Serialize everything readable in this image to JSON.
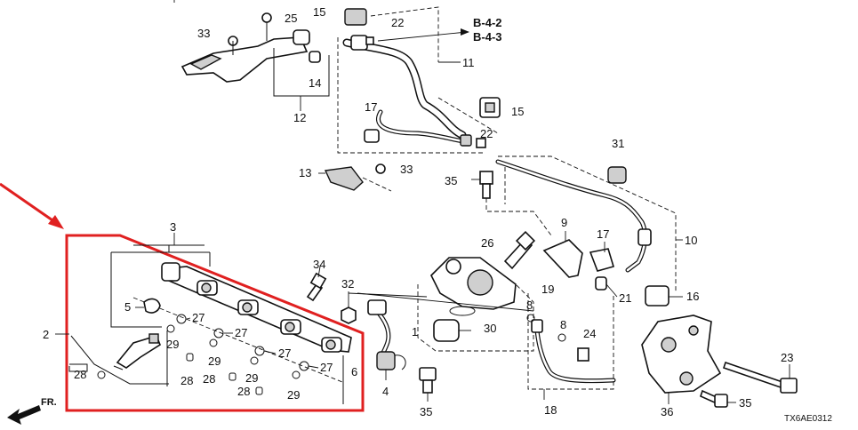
{
  "diagram": {
    "references": [
      "B-4-2",
      "B-4-3"
    ],
    "front_label": "FR.",
    "code": "TX6AE0312",
    "callouts": [
      {
        "id": "c33a",
        "text": "33"
      },
      {
        "id": "c25",
        "text": "25"
      },
      {
        "id": "c15a",
        "text": "15"
      },
      {
        "id": "c22a",
        "text": "22"
      },
      {
        "id": "c14",
        "text": "14"
      },
      {
        "id": "c12",
        "text": "12"
      },
      {
        "id": "c11",
        "text": "11"
      },
      {
        "id": "c17a",
        "text": "17"
      },
      {
        "id": "c15b",
        "text": "15"
      },
      {
        "id": "c22b",
        "text": "22"
      },
      {
        "id": "c31",
        "text": "31"
      },
      {
        "id": "c13",
        "text": "13"
      },
      {
        "id": "c33b",
        "text": "33"
      },
      {
        "id": "c35a",
        "text": "35"
      },
      {
        "id": "c3",
        "text": "3"
      },
      {
        "id": "c9",
        "text": "9"
      },
      {
        "id": "c10",
        "text": "10"
      },
      {
        "id": "c26",
        "text": "26"
      },
      {
        "id": "c17b",
        "text": "17"
      },
      {
        "id": "c34",
        "text": "34"
      },
      {
        "id": "c32",
        "text": "32"
      },
      {
        "id": "c21",
        "text": "21"
      },
      {
        "id": "c16",
        "text": "16"
      },
      {
        "id": "c19",
        "text": "19"
      },
      {
        "id": "c5",
        "text": "5"
      },
      {
        "id": "c27a",
        "text": "27"
      },
      {
        "id": "c8a",
        "text": "8"
      },
      {
        "id": "c8b",
        "text": "8"
      },
      {
        "id": "c30",
        "text": "30"
      },
      {
        "id": "c2",
        "text": "2"
      },
      {
        "id": "c29a",
        "text": "29"
      },
      {
        "id": "c27b",
        "text": "27"
      },
      {
        "id": "c1",
        "text": "1"
      },
      {
        "id": "c24",
        "text": "24"
      },
      {
        "id": "c29b",
        "text": "29"
      },
      {
        "id": "c27c",
        "text": "27"
      },
      {
        "id": "c23",
        "text": "23"
      },
      {
        "id": "c28a",
        "text": "28"
      },
      {
        "id": "c27d",
        "text": "27"
      },
      {
        "id": "c6",
        "text": "6"
      },
      {
        "id": "c28b",
        "text": "28"
      },
      {
        "id": "c28c",
        "text": "28"
      },
      {
        "id": "c29c",
        "text": "29"
      },
      {
        "id": "c29d",
        "text": "29"
      },
      {
        "id": "c4",
        "text": "4"
      },
      {
        "id": "c28d",
        "text": "28"
      },
      {
        "id": "c36",
        "text": "36"
      },
      {
        "id": "c35b",
        "text": "35"
      },
      {
        "id": "c35c",
        "text": "35"
      },
      {
        "id": "c18",
        "text": "18"
      }
    ]
  }
}
